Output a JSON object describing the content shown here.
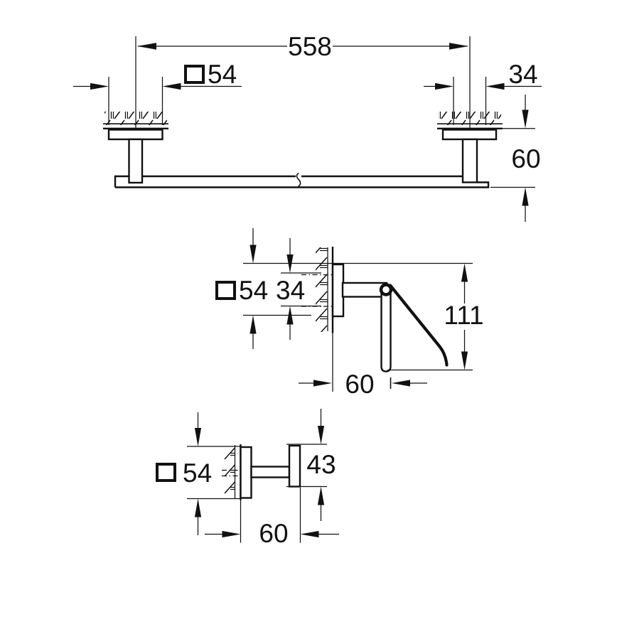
{
  "drawing": {
    "type": "technical-dimension-drawing",
    "colors": {
      "line": "#111111",
      "background": "#ffffff"
    },
    "towel_bar": {
      "length": "558",
      "plate_square": "54",
      "inner_width": "34",
      "wall_distance": "60"
    },
    "paper_holder": {
      "plate_square": "54",
      "inner_width": "34",
      "height": "111",
      "wall_distance": "60"
    },
    "robe_hook": {
      "plate_square": "54",
      "knob_height": "43",
      "wall_distance": "60"
    }
  }
}
